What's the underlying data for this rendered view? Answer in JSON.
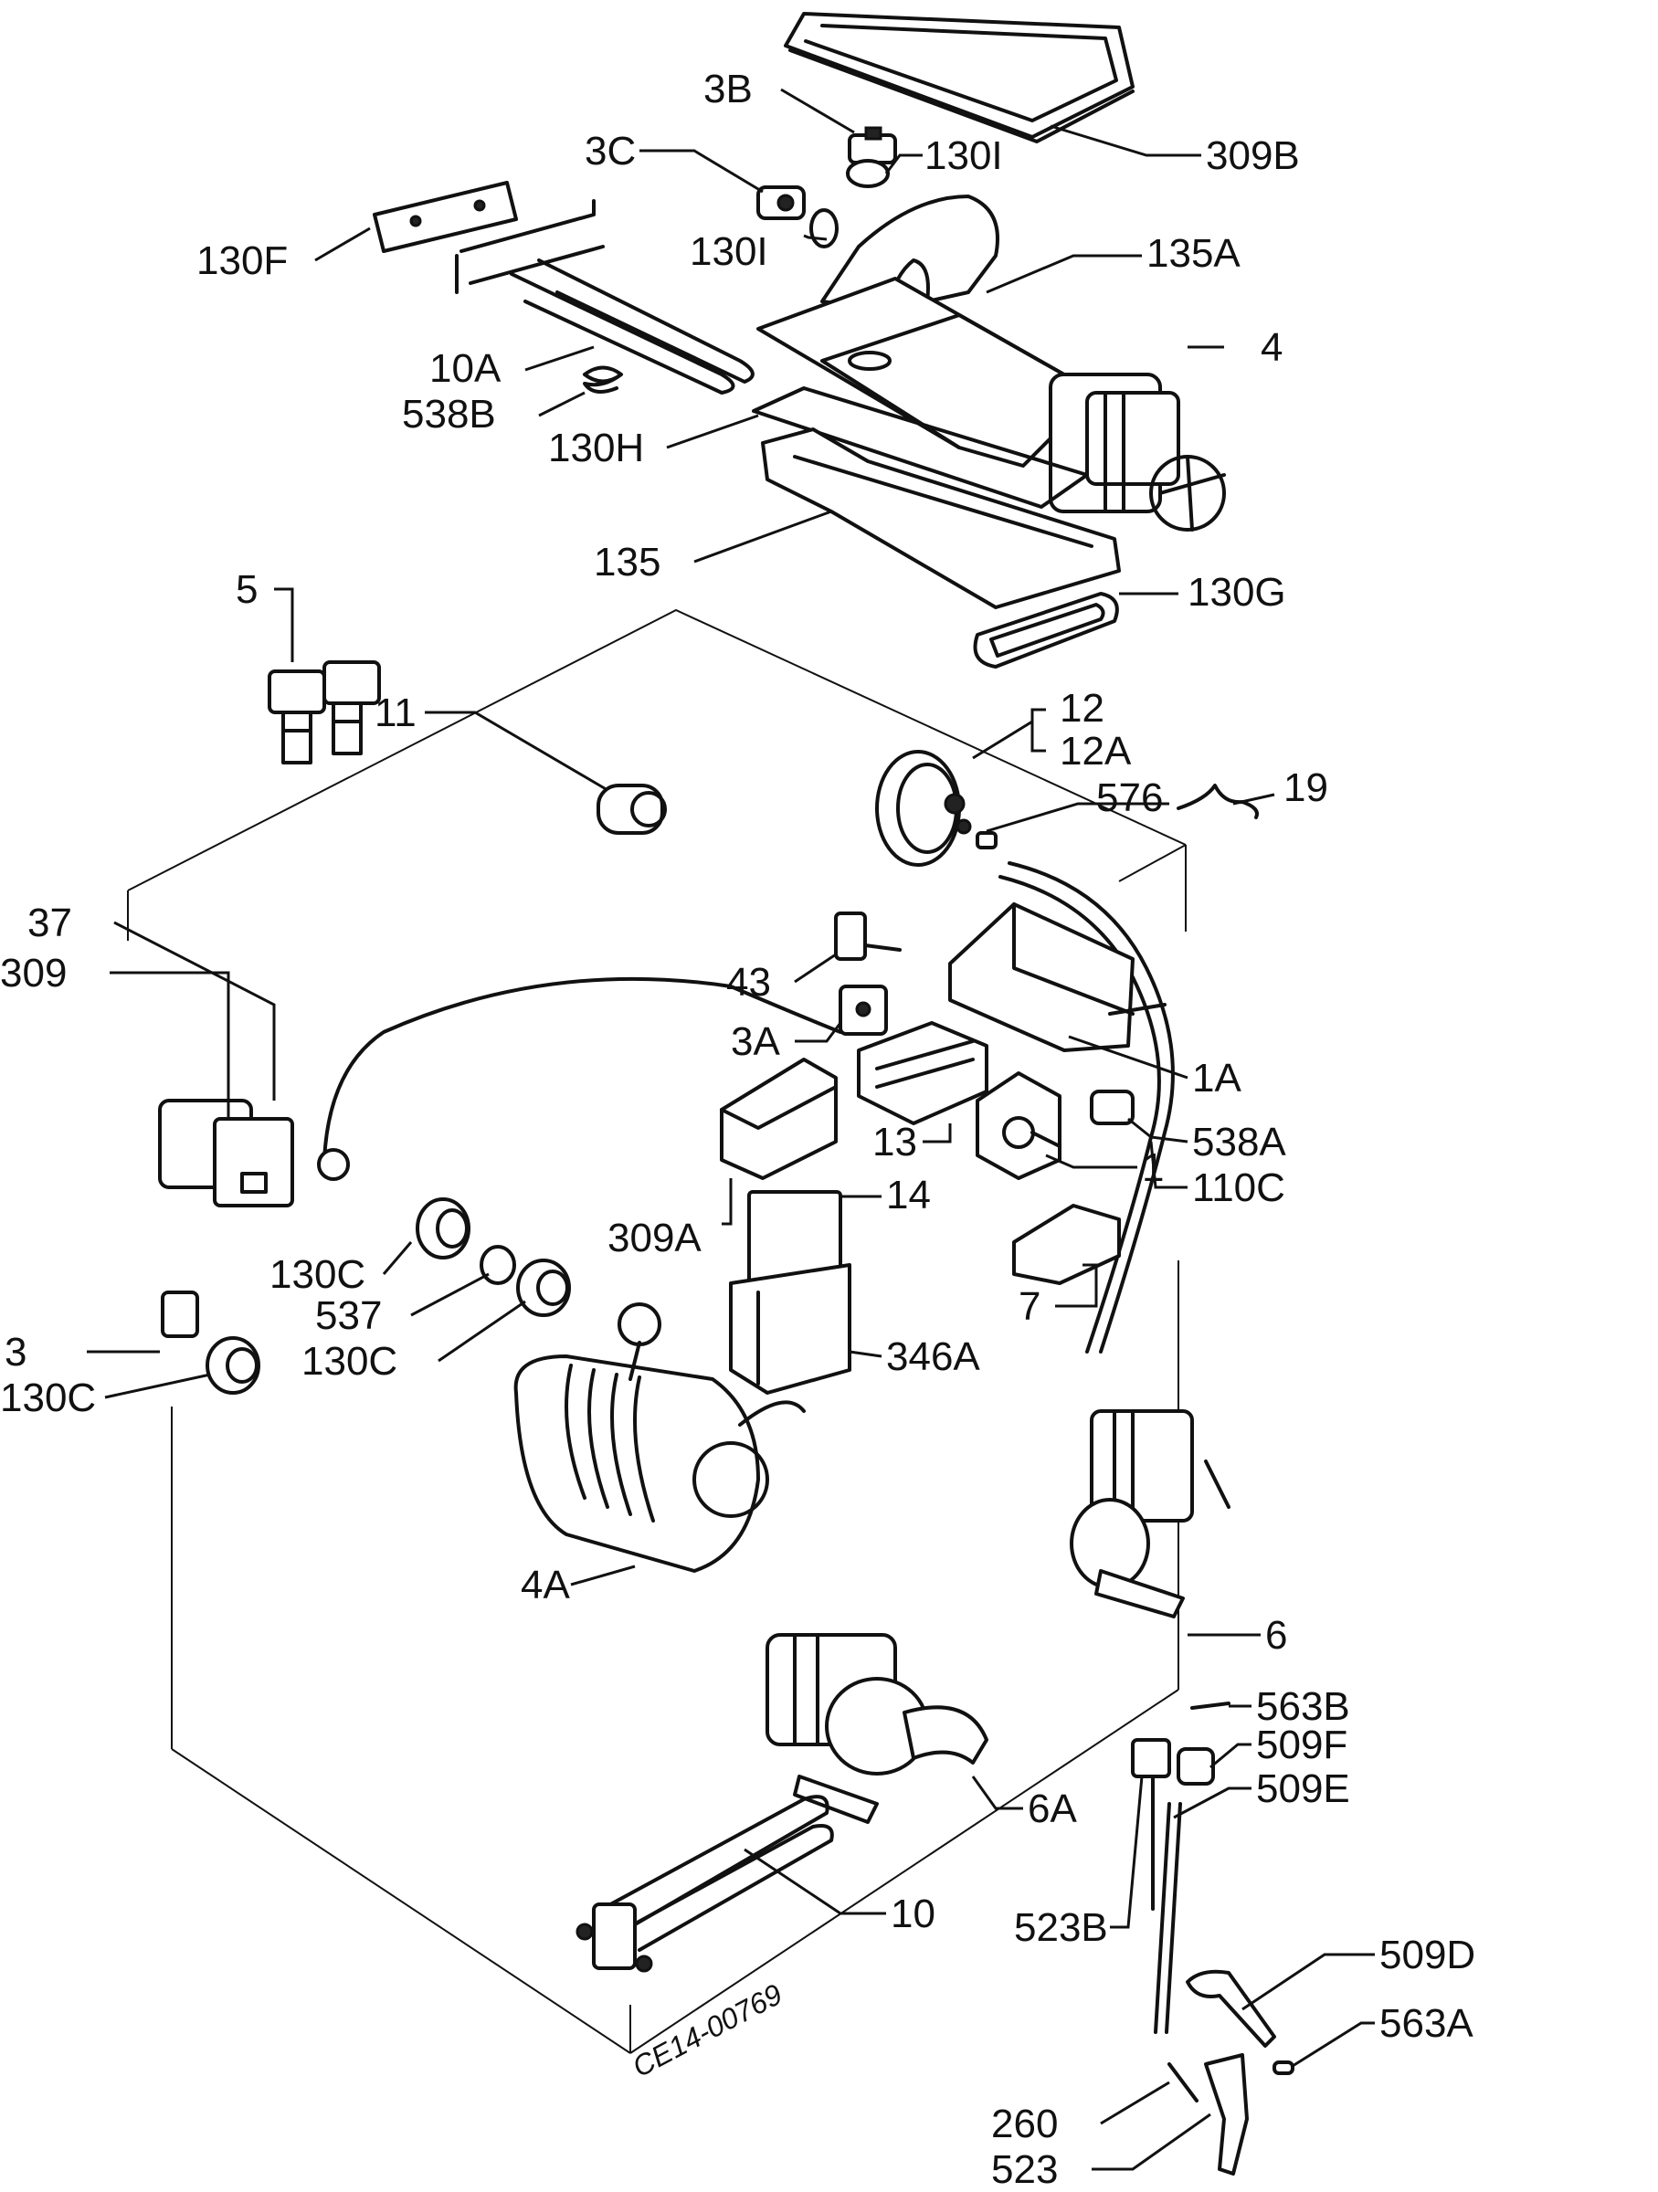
{
  "labels": [
    {
      "id": "309b",
      "text": "309B"
    },
    {
      "id": "3b",
      "text": "3B"
    },
    {
      "id": "3c",
      "text": "3C"
    },
    {
      "id": "130i-a",
      "text": "130I"
    },
    {
      "id": "130i-b",
      "text": "130I"
    },
    {
      "id": "130f",
      "text": "130F"
    },
    {
      "id": "135a",
      "text": "135A"
    },
    {
      "id": "4",
      "text": "4"
    },
    {
      "id": "10a",
      "text": "10A"
    },
    {
      "id": "538b",
      "text": "538B"
    },
    {
      "id": "130h",
      "text": "130H"
    },
    {
      "id": "135",
      "text": "135"
    },
    {
      "id": "130g",
      "text": "130G"
    },
    {
      "id": "5",
      "text": "5"
    },
    {
      "id": "11",
      "text": "11"
    },
    {
      "id": "12",
      "text": "12"
    },
    {
      "id": "12a",
      "text": "12A"
    },
    {
      "id": "576",
      "text": "576"
    },
    {
      "id": "19",
      "text": "19"
    },
    {
      "id": "37",
      "text": "37"
    },
    {
      "id": "309",
      "text": "309"
    },
    {
      "id": "43",
      "text": "43"
    },
    {
      "id": "3a",
      "text": "3A"
    },
    {
      "id": "1a",
      "text": "1A"
    },
    {
      "id": "13",
      "text": "13"
    },
    {
      "id": "538a",
      "text": "538A"
    },
    {
      "id": "1",
      "text": "1"
    },
    {
      "id": "110c",
      "text": "110C"
    },
    {
      "id": "14",
      "text": "14"
    },
    {
      "id": "309a",
      "text": "309A"
    },
    {
      "id": "130c-a",
      "text": "130C"
    },
    {
      "id": "537",
      "text": "537"
    },
    {
      "id": "130c-b",
      "text": "130C"
    },
    {
      "id": "7",
      "text": "7"
    },
    {
      "id": "346a",
      "text": "346A"
    },
    {
      "id": "3",
      "text": "3"
    },
    {
      "id": "130c-c",
      "text": "130C"
    },
    {
      "id": "4a",
      "text": "4A"
    },
    {
      "id": "6",
      "text": "6"
    },
    {
      "id": "563b",
      "text": "563B"
    },
    {
      "id": "509f",
      "text": "509F"
    },
    {
      "id": "509e",
      "text": "509E"
    },
    {
      "id": "6a",
      "text": "6A"
    },
    {
      "id": "523b",
      "text": "523B"
    },
    {
      "id": "10",
      "text": "10"
    },
    {
      "id": "509d",
      "text": "509D"
    },
    {
      "id": "563a",
      "text": "563A"
    },
    {
      "id": "260",
      "text": "260"
    },
    {
      "id": "523",
      "text": "523"
    }
  ],
  "drawing_code": "CE14-00769"
}
